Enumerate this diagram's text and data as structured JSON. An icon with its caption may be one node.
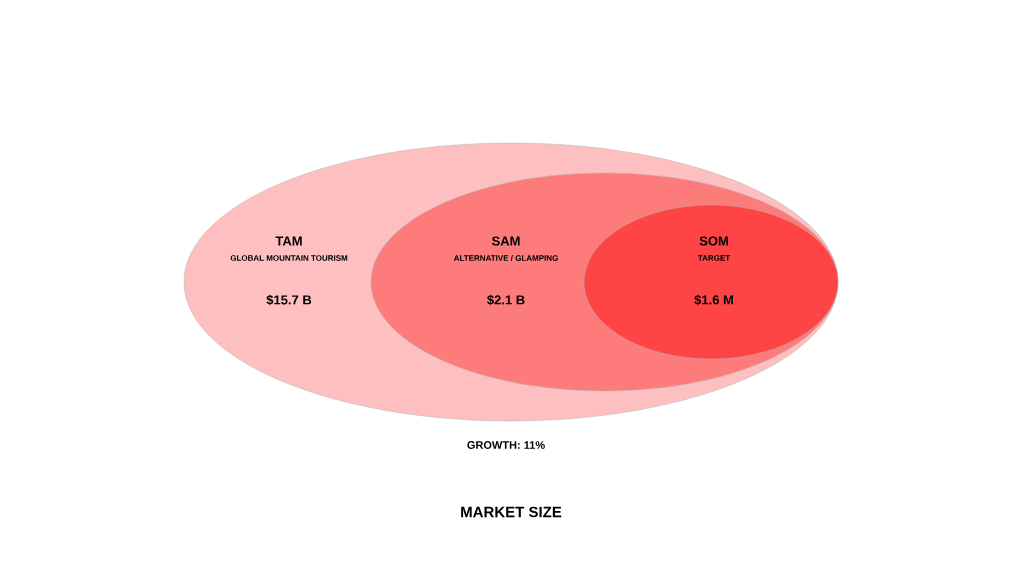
{
  "diagram": {
    "caption": "MARKET SIZE",
    "nodes": [
      {
        "text": [
          "TAM",
          "GLOBAL MOUNTAIN TOURISM",
          "$15.7 B"
        ]
      },
      {
        "text": [
          "SAM",
          "ALTERNATIVE / GLAMPING",
          "$2.1 B"
        ],
        "in": 0
      },
      {
        "text": [
          "SOM",
          "TARGET",
          "$1.6 M"
        ],
        "in": 1
      }
    ],
    "labels": [
      "GROWTH: 11%"
    ]
  }
}
